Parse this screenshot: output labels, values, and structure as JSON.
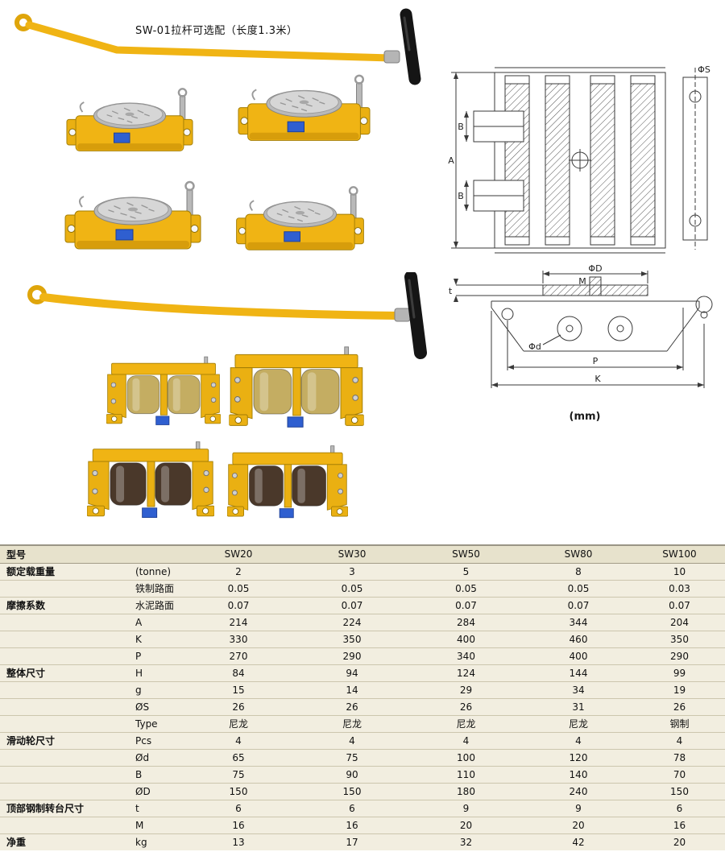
{
  "caption": {
    "handle_note": "SW-01拉杆可选配（长度1.3米）",
    "unit": "(mm)"
  },
  "diagram_labels": {
    "a": "A",
    "b1": "B",
    "b2": "B",
    "phi_s": "ΦS",
    "phi_d_big": "ΦD",
    "m": "M",
    "t": "t",
    "phi_d_small": "Φd",
    "p": "P",
    "k": "K"
  },
  "table": {
    "header_label": "型号",
    "models": [
      "SW20",
      "SW30",
      "SW50",
      "SW80",
      "SW100"
    ],
    "rows": [
      {
        "group": "额定载重量",
        "sub": "(tonne)",
        "values": [
          "2",
          "3",
          "5",
          "8",
          "10"
        ]
      },
      {
        "group": "",
        "sub": "铁制路面",
        "values": [
          "0.05",
          "0.05",
          "0.05",
          "0.05",
          "0.03"
        ]
      },
      {
        "group": "摩擦系数",
        "sub": "水泥路面",
        "values": [
          "0.07",
          "0.07",
          "0.07",
          "0.07",
          "0.07"
        ]
      },
      {
        "group": "",
        "sub": "A",
        "values": [
          "214",
          "224",
          "284",
          "344",
          "204"
        ]
      },
      {
        "group": "",
        "sub": "K",
        "values": [
          "330",
          "350",
          "400",
          "460",
          "350"
        ]
      },
      {
        "group": "",
        "sub": "P",
        "values": [
          "270",
          "290",
          "340",
          "400",
          "290"
        ]
      },
      {
        "group": "整体尺寸",
        "sub": "H",
        "values": [
          "84",
          "94",
          "124",
          "144",
          "99"
        ]
      },
      {
        "group": "",
        "sub": "g",
        "values": [
          "15",
          "14",
          "29",
          "34",
          "19"
        ]
      },
      {
        "group": "",
        "sub": "ØS",
        "values": [
          "26",
          "26",
          "26",
          "31",
          "26"
        ]
      },
      {
        "group": "",
        "sub": "Type",
        "values": [
          "尼龙",
          "尼龙",
          "尼龙",
          "尼龙",
          "钢制"
        ]
      },
      {
        "group": "滑动轮尺寸",
        "sub": "Pcs",
        "values": [
          "4",
          "4",
          "4",
          "4",
          "4"
        ]
      },
      {
        "group": "",
        "sub": "Ød",
        "values": [
          "65",
          "75",
          "100",
          "120",
          "78"
        ]
      },
      {
        "group": "",
        "sub": "B",
        "values": [
          "75",
          "90",
          "110",
          "140",
          "70"
        ]
      },
      {
        "group": "",
        "sub": "ØD",
        "values": [
          "150",
          "150",
          "180",
          "240",
          "150"
        ]
      },
      {
        "group": "顶部钢制转台尺寸",
        "sub": "t",
        "values": [
          "6",
          "6",
          "9",
          "9",
          "6"
        ]
      },
      {
        "group": "",
        "sub": "M",
        "values": [
          "16",
          "16",
          "20",
          "20",
          "16"
        ]
      },
      {
        "group": "净重",
        "sub": "kg",
        "values": [
          "13",
          "17",
          "32",
          "42",
          "20"
        ]
      }
    ]
  },
  "colors": {
    "skate_yellow": "#f0b414",
    "roller_nylon": "#c4ad62",
    "roller_steel": "#4a382a",
    "label_blue": "#2f5fd0",
    "table_bg": "#f2eee0",
    "table_header_bg": "#e7e2cc"
  }
}
